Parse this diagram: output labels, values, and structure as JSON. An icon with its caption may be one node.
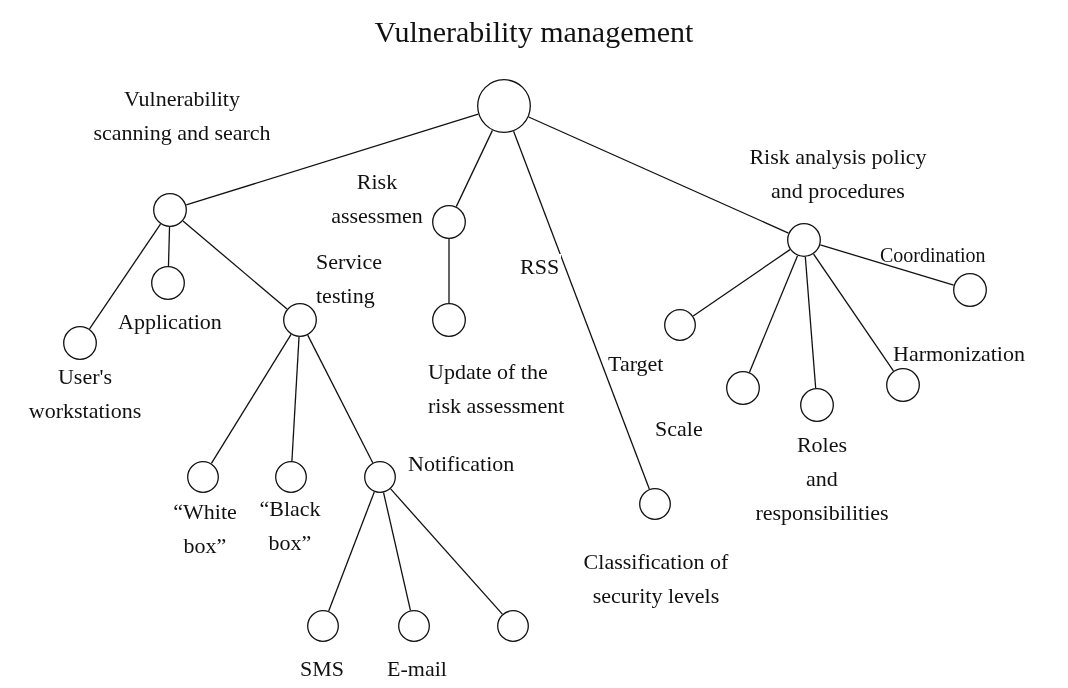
{
  "diagram": {
    "title": "Vulnerability management",
    "nodes": [
      {
        "text": [],
        "shape": "circle"
      },
      {
        "text": [],
        "shape": "circle",
        "beside": [
          "Vulnerability scanning and search"
        ]
      },
      {
        "text": [],
        "shape": "circle",
        "beside": [
          "Risk assessmen"
        ]
      },
      {
        "text": [],
        "shape": "circle",
        "beside": [
          "Risk analysis policy and procedures"
        ]
      },
      {
        "text": [],
        "shape": "circle",
        "beside": [
          "User's workstations"
        ]
      },
      {
        "text": [],
        "shape": "circle",
        "beside": [
          "Application"
        ]
      },
      {
        "text": [],
        "shape": "circle",
        "beside": [
          "Service testing"
        ]
      },
      {
        "text": [],
        "shape": "circle",
        "beside": [
          "Update of the risk assessment"
        ]
      },
      {
        "text": [],
        "shape": "circle",
        "beside": [
          "Target"
        ]
      },
      {
        "text": [],
        "shape": "circle",
        "beside": [
          "Scale"
        ]
      },
      {
        "text": [],
        "shape": "circle",
        "beside": [
          "Roles and responsibilities"
        ]
      },
      {
        "text": [],
        "shape": "circle",
        "beside": [
          "Harmonization"
        ]
      },
      {
        "text": [],
        "shape": "circle",
        "beside": [
          "Coordination"
        ]
      },
      {
        "text": [],
        "shape": "circle",
        "beside": [
          "“White box”"
        ]
      },
      {
        "text": [],
        "shape": "circle",
        "beside": [
          "“Black box”"
        ]
      },
      {
        "text": [],
        "shape": "circle",
        "beside": [
          "Notification"
        ]
      },
      {
        "text": [],
        "shape": "circle",
        "beside": [
          "Classification of security levels"
        ]
      },
      {
        "text": [],
        "shape": "circle",
        "beside": [
          "SMS"
        ]
      },
      {
        "text": [],
        "shape": "circle",
        "beside": [
          "E-mail"
        ]
      },
      {
        "text": [],
        "shape": "circle"
      }
    ],
    "edges": [
      {
        "from": 0,
        "to": 1,
        "arrow": "none"
      },
      {
        "from": 0,
        "to": 2,
        "arrow": "none"
      },
      {
        "from": 0,
        "to": 16,
        "arrow": "none",
        "label": "RSS"
      },
      {
        "from": 0,
        "to": 3,
        "arrow": "none"
      },
      {
        "from": 1,
        "to": 4,
        "arrow": "none"
      },
      {
        "from": 1,
        "to": 5,
        "arrow": "none"
      },
      {
        "from": 1,
        "to": 6,
        "arrow": "none"
      },
      {
        "from": 2,
        "to": 7,
        "arrow": "none"
      },
      {
        "from": 3,
        "to": 8,
        "arrow": "none"
      },
      {
        "from": 3,
        "to": 9,
        "arrow": "none"
      },
      {
        "from": 3,
        "to": 10,
        "arrow": "none"
      },
      {
        "from": 3,
        "to": 11,
        "arrow": "none"
      },
      {
        "from": 3,
        "to": 12,
        "arrow": "none"
      },
      {
        "from": 6,
        "to": 13,
        "arrow": "none"
      },
      {
        "from": 6,
        "to": 14,
        "arrow": "none"
      },
      {
        "from": 6,
        "to": 15,
        "arrow": "none"
      },
      {
        "from": 15,
        "to": 17,
        "arrow": "none"
      },
      {
        "from": 15,
        "to": 18,
        "arrow": "none"
      },
      {
        "from": 15,
        "to": 19,
        "arrow": "none"
      }
    ]
  }
}
